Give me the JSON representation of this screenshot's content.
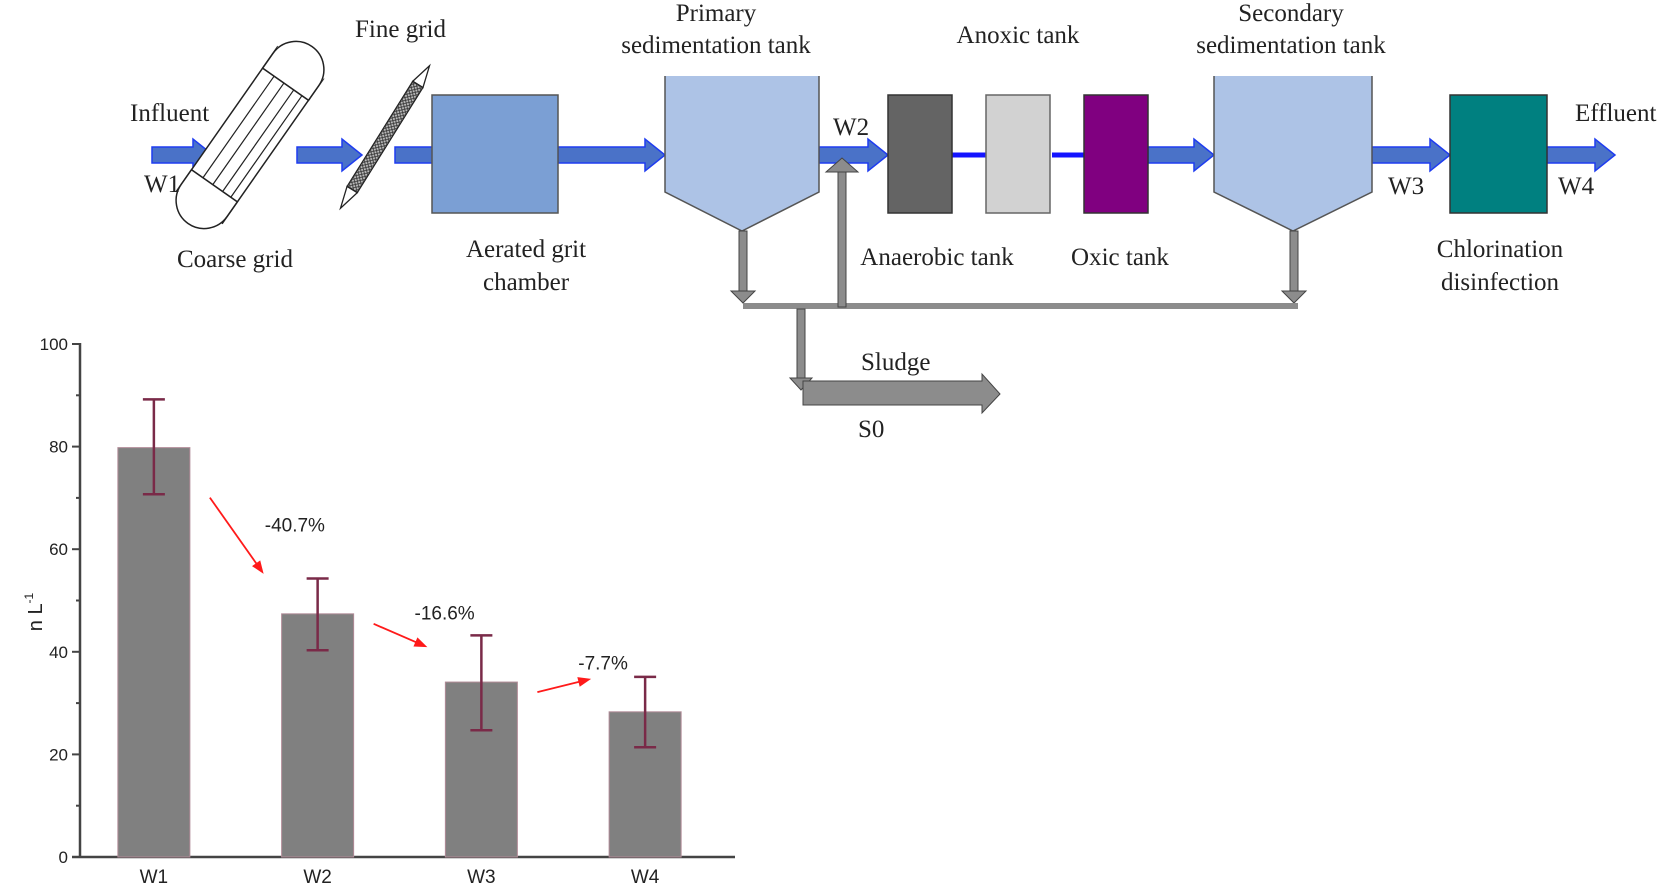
{
  "diagram": {
    "labels": {
      "influent": "Influent",
      "w1": "W1",
      "coarse_grid": "Coarse grid",
      "fine_grid": "Fine grid",
      "aerated_grit_1": "Aerated grit",
      "aerated_grit_2": "chamber",
      "primary_1": "Primary",
      "primary_2": "sedimentation tank",
      "w2": "W2",
      "anoxic": "Anoxic tank",
      "anaerobic": "Anaerobic tank",
      "oxic": "Oxic tank",
      "secondary_1": "Secondary",
      "secondary_2": "sedimentation tank",
      "w3": "W3",
      "chlorination_1": "Chlorination",
      "chlorination_2": "disinfection",
      "effluent": "Effluent",
      "w4": "W4",
      "sludge": "Sludge",
      "s0": "S0"
    },
    "colors": {
      "flow_arrow": "#4a72c8",
      "flow_arrow_edge": "#1e3cf0",
      "aerated_grit": "#7b9fd4",
      "sedimentation": "#adc3e6",
      "anaerobic": "#646464",
      "anoxic": "#d2d2d2",
      "oxic": "#800080",
      "chlorination": "#008080",
      "sludge_pipe": "#8c8c8c",
      "connector": "#1414ff"
    }
  },
  "chart_data": {
    "type": "bar",
    "title": "",
    "xlabel": "",
    "ylabel": "n L⁻¹",
    "ylabel_base": "n L",
    "ylabel_sup": "-1",
    "categories": [
      "W1",
      "W2",
      "W3",
      "W4"
    ],
    "values": [
      79.8,
      47.4,
      34.1,
      28.3
    ],
    "error_upper": [
      89.2,
      54.3,
      43.2,
      35.1
    ],
    "error_lower": [
      70.7,
      40.3,
      24.7,
      21.4
    ],
    "ylim": [
      0,
      100
    ],
    "yticks": [
      0,
      20,
      40,
      60,
      80,
      100
    ],
    "minor_ticks": [
      10,
      30,
      50,
      70,
      90
    ],
    "grid": false,
    "annotations": [
      {
        "text": "-40.7%",
        "from": "W1",
        "to": "W2"
      },
      {
        "text": "-16.6%",
        "from": "W2",
        "to": "W3"
      },
      {
        "text": "-7.7%",
        "from": "W3",
        "to": "W4"
      }
    ],
    "colors": {
      "bar": "#808080",
      "bar_edge": "#b08a96",
      "error": "#7a2a48",
      "arrow": "#ff1a1a",
      "axis": "#444444"
    }
  }
}
